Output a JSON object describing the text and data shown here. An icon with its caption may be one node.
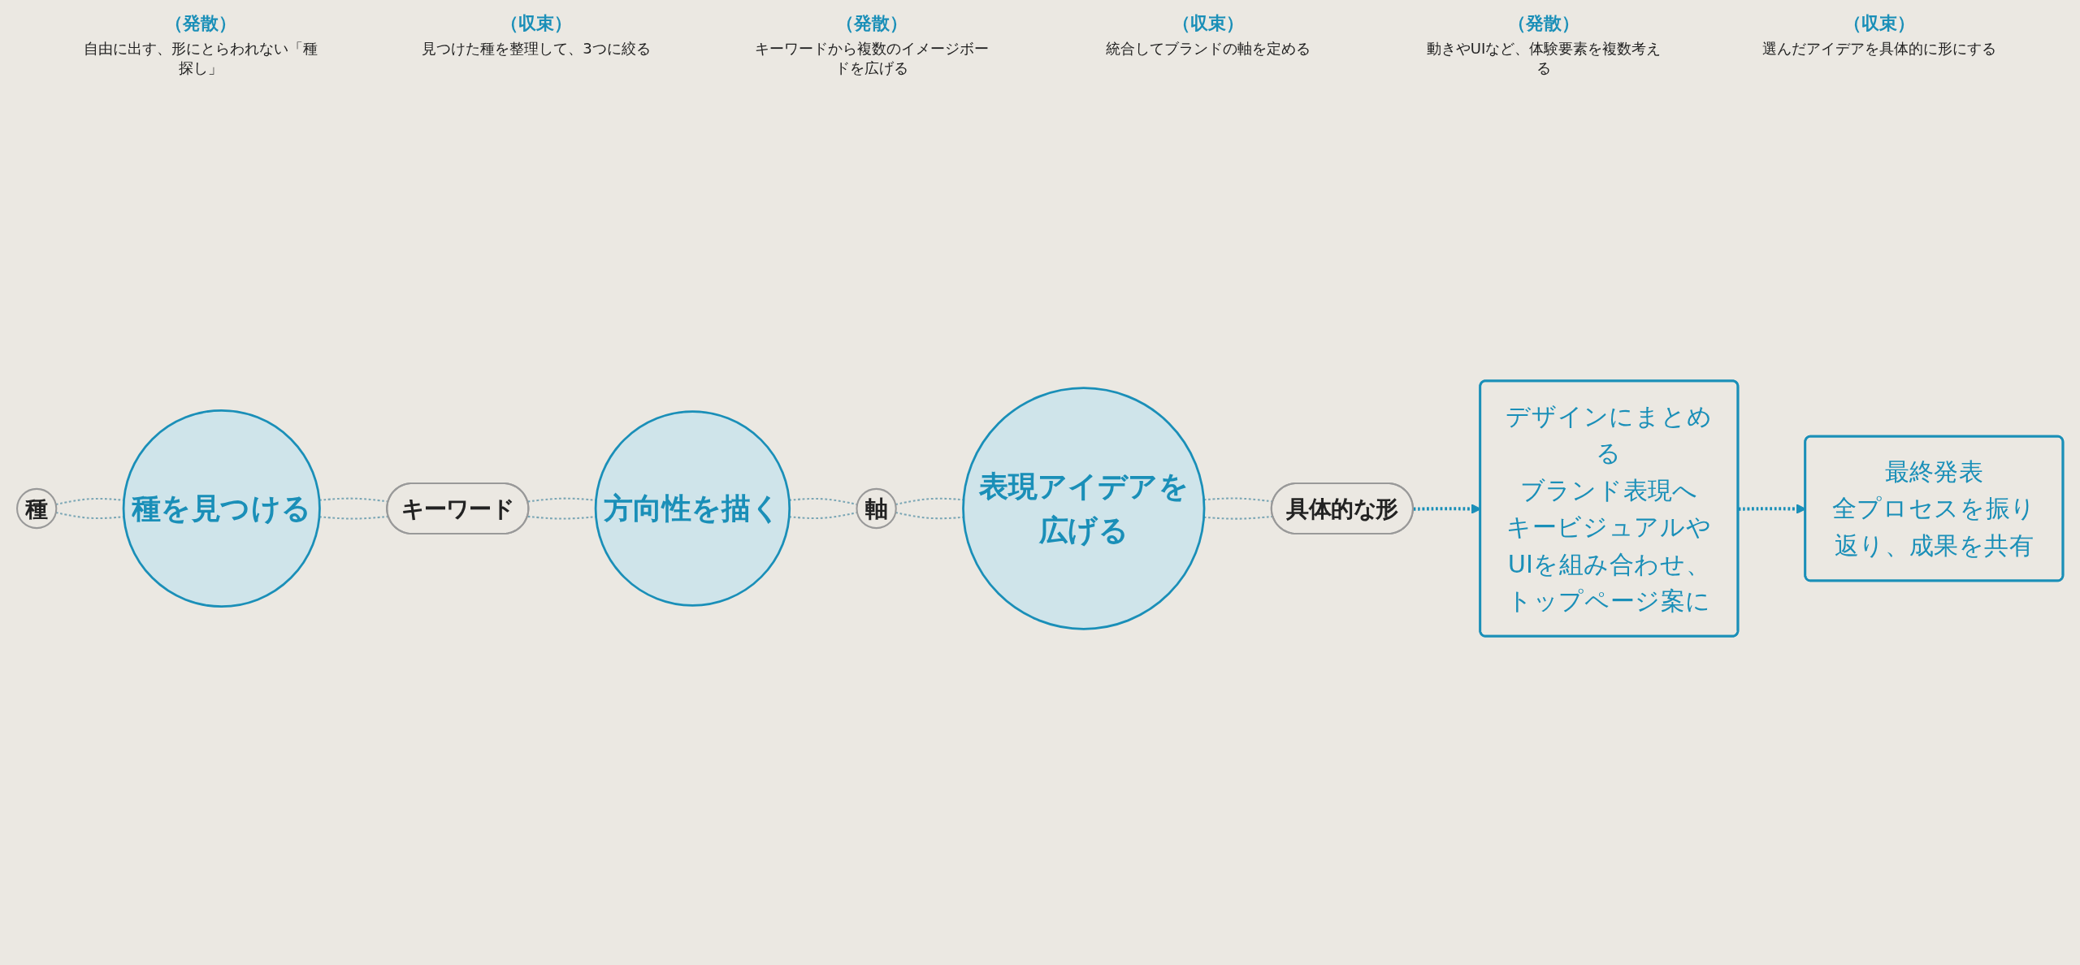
{
  "diagram": {
    "nodes": [
      {
        "text": [
          "種"
        ]
      },
      {
        "text": [
          "種を見つける"
        ]
      },
      {
        "text": [
          "キーワード"
        ]
      },
      {
        "text": [
          "方向性を描く"
        ]
      },
      {
        "text": [
          "軸"
        ]
      },
      {
        "text": [
          "表現アイデアを広げる"
        ]
      },
      {
        "text": [
          "具体的な形"
        ]
      },
      {
        "text": [
          "デザインにまとめる",
          "ブランド表現へ",
          "キービジュアルやUIを組み合わせ、トップページ案に"
        ]
      },
      {
        "text": [
          "最終発表",
          "全プロセスを振り返り、成果を共有"
        ]
      }
    ],
    "edges": [
      {
        "from": 0,
        "to": 1,
        "arrow": "none",
        "style": "dashed"
      },
      {
        "from": 0,
        "to": 1,
        "arrow": "none",
        "style": "dashed"
      },
      {
        "from": 1,
        "to": 2,
        "arrow": "none",
        "style": "dashed"
      },
      {
        "from": 1,
        "to": 2,
        "arrow": "none",
        "style": "dashed"
      },
      {
        "from": 2,
        "to": 3,
        "arrow": "none",
        "style": "dashed"
      },
      {
        "from": 2,
        "to": 3,
        "arrow": "none",
        "style": "dashed"
      },
      {
        "from": 3,
        "to": 4,
        "arrow": "none",
        "style": "dashed"
      },
      {
        "from": 3,
        "to": 4,
        "arrow": "none",
        "style": "dashed"
      },
      {
        "from": 4,
        "to": 5,
        "arrow": "none",
        "style": "dashed"
      },
      {
        "from": 4,
        "to": 5,
        "arrow": "none",
        "style": "dashed"
      },
      {
        "from": 5,
        "to": 6,
        "arrow": "none",
        "style": "dashed"
      },
      {
        "from": 5,
        "to": 6,
        "arrow": "none",
        "style": "dashed"
      },
      {
        "from": 6,
        "to": 7,
        "arrow": "to",
        "style": "dashed",
        "color": "#1a8fb8"
      },
      {
        "from": 7,
        "to": 8,
        "arrow": "to",
        "style": "dashed",
        "color": "#1a8fb8"
      }
    ],
    "labels": [
      "（発散）",
      "自由に出す、形にとらわれない「種探し」",
      "（収束）",
      "見つけた種を整理して、3つに絞る",
      "（発散）",
      "キーワードから複数のイメージボードを広げる",
      "（収束）",
      "統合してブランドの軸を定める",
      "（発散）",
      "動きやUIなど、体験要素を複数考える",
      "（収束）",
      "選んだアイデアを具体的に形にする"
    ]
  }
}
